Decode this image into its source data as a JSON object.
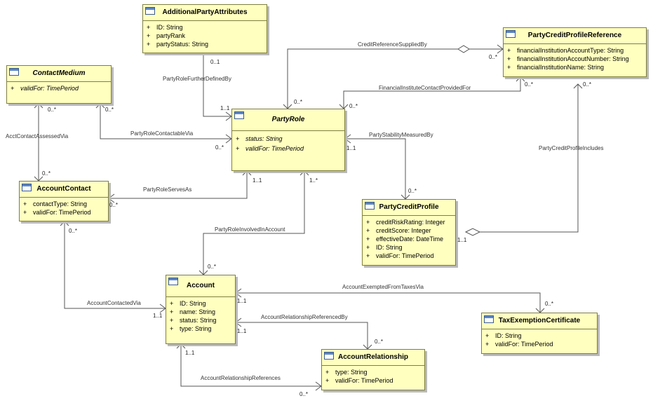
{
  "classes": {
    "additional_party_attributes": {
      "name": "AdditionalPartyAttributes",
      "attrs": [
        {
          "vis": "+",
          "text": "ID: String"
        },
        {
          "vis": "+",
          "text": "partyRank"
        },
        {
          "vis": "+",
          "text": "partyStatus: String"
        }
      ]
    },
    "party_credit_profile_reference": {
      "name": "PartyCreditProfileReference",
      "attrs": [
        {
          "vis": "+",
          "text": "financialInstitutionAccountType: String"
        },
        {
          "vis": "+",
          "text": "financialInstitutionAccoutNumber: String"
        },
        {
          "vis": "+",
          "text": "financialInstitutionName: String"
        }
      ]
    },
    "contact_medium": {
      "name": "ContactMedium",
      "attrs": [
        {
          "vis": "+",
          "text": "validFor: TimePeriod"
        }
      ]
    },
    "party_role": {
      "name": "PartyRole",
      "attrs": [
        {
          "vis": "+",
          "text": "status: String"
        },
        {
          "vis": "+",
          "text": "validFor: TimePeriod"
        }
      ]
    },
    "account_contact": {
      "name": "AccountContact",
      "attrs": [
        {
          "vis": "+",
          "text": "contactType: String"
        },
        {
          "vis": "+",
          "text": "validFor: TimePeriod"
        }
      ]
    },
    "party_credit_profile": {
      "name": "PartyCreditProfile",
      "attrs": [
        {
          "vis": "+",
          "text": "creditRiskRating: Integer"
        },
        {
          "vis": "+",
          "text": "creditScore: Integer"
        },
        {
          "vis": "+",
          "text": "effectiveDate: DateTime"
        },
        {
          "vis": "+",
          "text": "ID: String"
        },
        {
          "vis": "+",
          "text": "validFor: TimePeriod"
        }
      ]
    },
    "account": {
      "name": "Account",
      "attrs": [
        {
          "vis": "+",
          "text": "ID: String"
        },
        {
          "vis": "+",
          "text": "name: String"
        },
        {
          "vis": "+",
          "text": "status: String"
        },
        {
          "vis": "+",
          "text": "type: String"
        }
      ]
    },
    "tax_exemption_certificate": {
      "name": "TaxExemptionCertificate",
      "attrs": [
        {
          "vis": "+",
          "text": "ID: String"
        },
        {
          "vis": "+",
          "text": "validFor: TimePeriod"
        }
      ]
    },
    "account_relationship": {
      "name": "AccountRelationship",
      "attrs": [
        {
          "vis": "+",
          "text": "type: String"
        },
        {
          "vis": "+",
          "text": "validFor: TimePeriod"
        }
      ]
    }
  },
  "associations": {
    "credit_reference_supplied_by": "CreditReferenceSuppliedBy",
    "financial_institute_contact_provided_for": "FinancialInstituteContactProvidedFor",
    "party_role_further_defined_by": "PartyRoleFurtherDefinedBy",
    "acct_contact_assessed_via": "AcctContactAssessedVia",
    "party_role_contactable_via": "PartyRoleContactableVia",
    "party_stability_measured_by": "PartyStabilityMeasuredBy",
    "party_credit_profile_includes": "PartyCreditProfileIncludes",
    "party_role_serves_as": "PartyRoleServesAs",
    "party_role_involved_in_account": "PartyRoleInvolvedInAccount",
    "account_exempted_from_taxes_via": "AccountExemptedFromTaxesVia",
    "account_contacted_via": "AccountContactedVia",
    "account_relationship_referenced_by": "AccountRelationshipReferencedBy",
    "account_relationship_references": "AccountRelationshipReferences"
  },
  "multiplicities": {
    "zero_many": "0..*",
    "zero_one": "0..1",
    "one_one": "1..1",
    "one_many": "1..*"
  }
}
